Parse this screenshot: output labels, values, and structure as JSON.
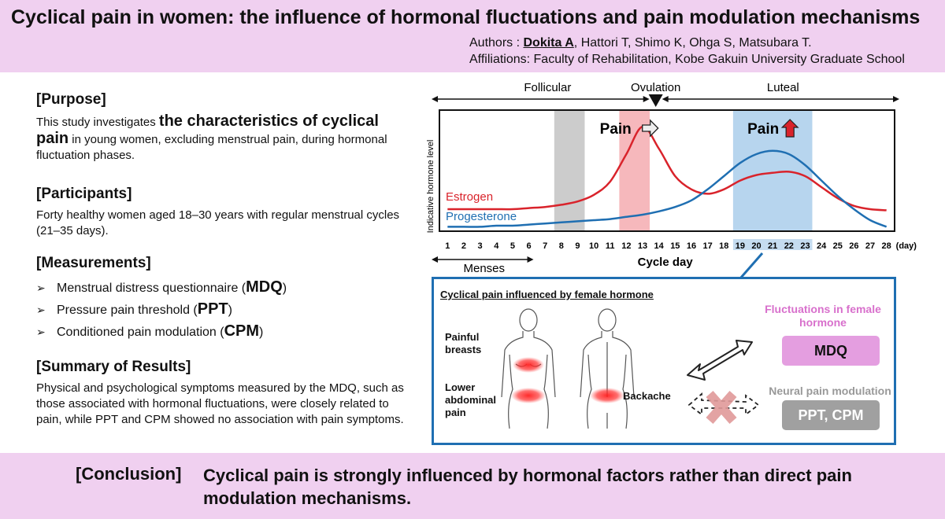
{
  "header": {
    "title": "Cyclical pain in women: the influence of hormonal fluctuations and pain modulation mechanisms",
    "authors_label": "Authors    : ",
    "first_author": "Dokita A",
    "other_authors": ", Hattori T, Shimo K, Ohga S, Matsubara T.",
    "affiliations": "Affiliations: Faculty of Rehabilitation, Kobe Gakuin University Graduate School"
  },
  "purpose": {
    "heading": "[Purpose]",
    "text_before": "This study investigates ",
    "emphasis": "the characteristics of cyclical pain",
    "text_after": " in young women, excluding menstrual pain, during hormonal fluctuation phases."
  },
  "participants": {
    "heading": "[Participants]",
    "text": "Forty healthy women aged 18–30 years with regular menstrual cycles (21–35 days)."
  },
  "measurements": {
    "heading": "[Measurements]",
    "items": [
      {
        "text": "Menstrual distress questionnaire (",
        "abbr": "MDQ",
        "close": ")"
      },
      {
        "text": "Pressure pain threshold (",
        "abbr": "PPT",
        "close": ")"
      },
      {
        "text": "Conditioned pain modulation (",
        "abbr": "CPM",
        "close": ")"
      }
    ]
  },
  "results": {
    "heading": "[Summary of Results]",
    "text": "Physical and psychological symptoms measured by the MDQ, such as those associated with hormonal fluctuations, were closely related to pain, while PPT and CPM showed no association with pain symptoms."
  },
  "chart_data": {
    "type": "line",
    "x": [
      1,
      2,
      3,
      4,
      5,
      6,
      7,
      8,
      9,
      10,
      11,
      12,
      13,
      14,
      15,
      16,
      17,
      18,
      19,
      20,
      21,
      22,
      23,
      24,
      25,
      26,
      27,
      28
    ],
    "x_unit": "(day)",
    "xlabel": "Cycle day",
    "ylabel": "Indicative hormone level",
    "series": [
      {
        "name": "Estrogen",
        "color": "#d9232b",
        "values": [
          0.2,
          0.2,
          0.2,
          0.2,
          0.2,
          0.21,
          0.22,
          0.24,
          0.27,
          0.33,
          0.45,
          0.7,
          0.95,
          0.75,
          0.5,
          0.38,
          0.34,
          0.38,
          0.46,
          0.51,
          0.53,
          0.54,
          0.5,
          0.4,
          0.3,
          0.23,
          0.2,
          0.19
        ]
      },
      {
        "name": "Progesterone",
        "color": "#1f6fb2",
        "values": [
          0.04,
          0.04,
          0.04,
          0.05,
          0.05,
          0.06,
          0.07,
          0.08,
          0.09,
          0.1,
          0.11,
          0.13,
          0.15,
          0.18,
          0.22,
          0.28,
          0.38,
          0.5,
          0.62,
          0.7,
          0.73,
          0.7,
          0.6,
          0.46,
          0.32,
          0.2,
          0.1,
          0.04
        ]
      }
    ],
    "phases": [
      {
        "label": "Follicular",
        "start": 1,
        "end": 14
      },
      {
        "label": "Ovulation",
        "at": 14
      },
      {
        "label": "Luteal",
        "start": 14,
        "end": 28
      }
    ],
    "menses": {
      "label": "Menses",
      "start": 1,
      "end": 6
    },
    "bands": [
      {
        "start": 8,
        "end": 9,
        "color": "#cccccc"
      },
      {
        "start": 12,
        "end": 13,
        "color": "#f6b8bc",
        "label": "Pain"
      },
      {
        "start": 19,
        "end": 23,
        "color": "#b7d5ee",
        "label": "Pain"
      }
    ],
    "highlight_ticks": [
      19,
      20,
      21,
      22,
      23
    ],
    "ylim": [
      0,
      1.1
    ],
    "grid": false
  },
  "figure": {
    "title": "Cyclical pain influenced by female hormone",
    "painful_breasts": "Painful\nbreasts",
    "lower_abdominal": "Lower\nabdominal\npain",
    "backache": "Backache",
    "fluctuations": "Fluctuations in female hormone",
    "mdq": "MDQ",
    "neural": "Neural pain modulation",
    "ppt_cpm": "PPT, CPM"
  },
  "conclusion": {
    "label": "[Conclusion]",
    "text": "Cyclical pain is strongly influenced by hormonal factors rather than direct pain modulation mechanisms."
  }
}
